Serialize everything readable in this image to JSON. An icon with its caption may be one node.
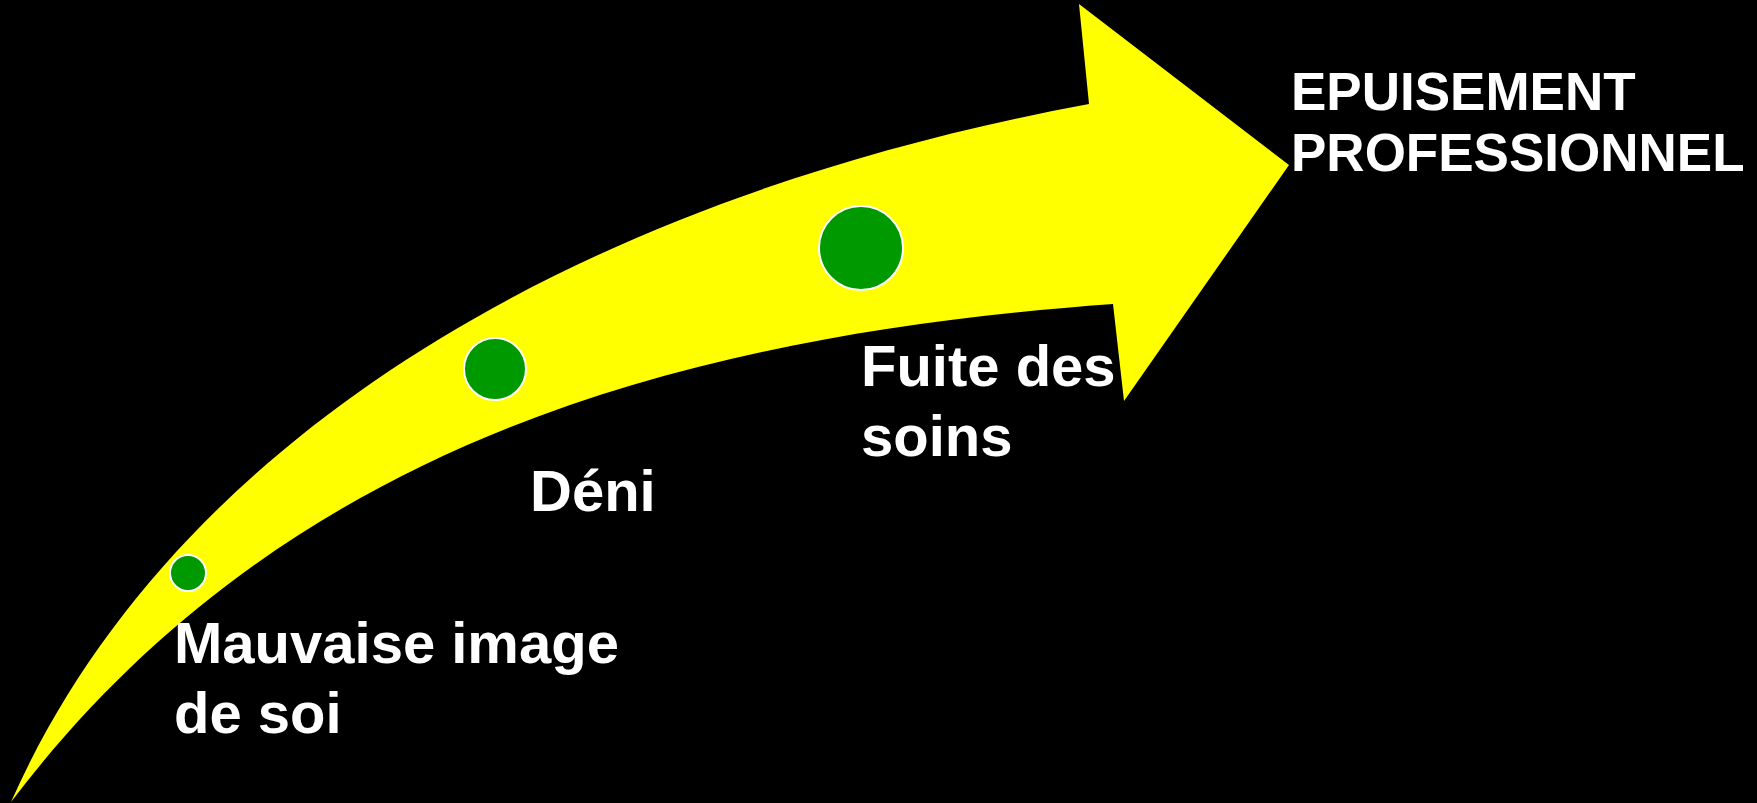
{
  "diagram": {
    "nodes": [
      {
        "text": [],
        "shape": "circle",
        "beside": [
          "Mauvaise image de soi"
        ]
      },
      {
        "text": [],
        "shape": "circle",
        "beside": [
          "Déni"
        ]
      },
      {
        "text": [],
        "shape": "circle",
        "beside": [
          "Fuite des soins"
        ]
      },
      {
        "text": [
          "EPUISEMENT PROFESSIONNEL"
        ]
      }
    ],
    "edges": [
      {
        "from": null,
        "to": 3,
        "arrow": "to",
        "style": "thick",
        "color": "#ffff00"
      }
    ]
  }
}
